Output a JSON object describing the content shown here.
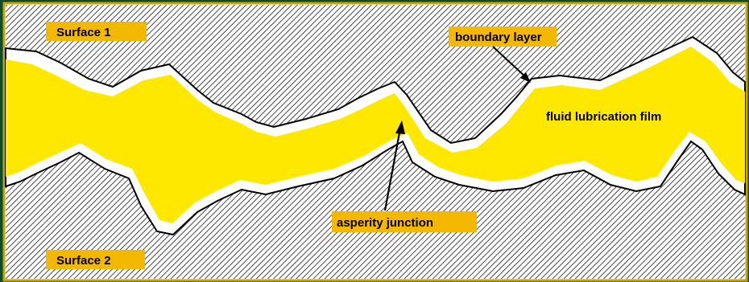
{
  "labels": {
    "surface_top": "Surface 1",
    "surface_bottom": "Surface 2",
    "boundary_layer": "boundary layer",
    "fluid_film": "fluid lubrication film",
    "asperity_junction": "asperity junction"
  },
  "colors": {
    "frame": "#0f4a2a",
    "border": "#c9a300",
    "fluid": "#ffe800",
    "label_box": "#f5b800",
    "hatch": "#1a1a1a",
    "boundary": "#ffffff"
  }
}
